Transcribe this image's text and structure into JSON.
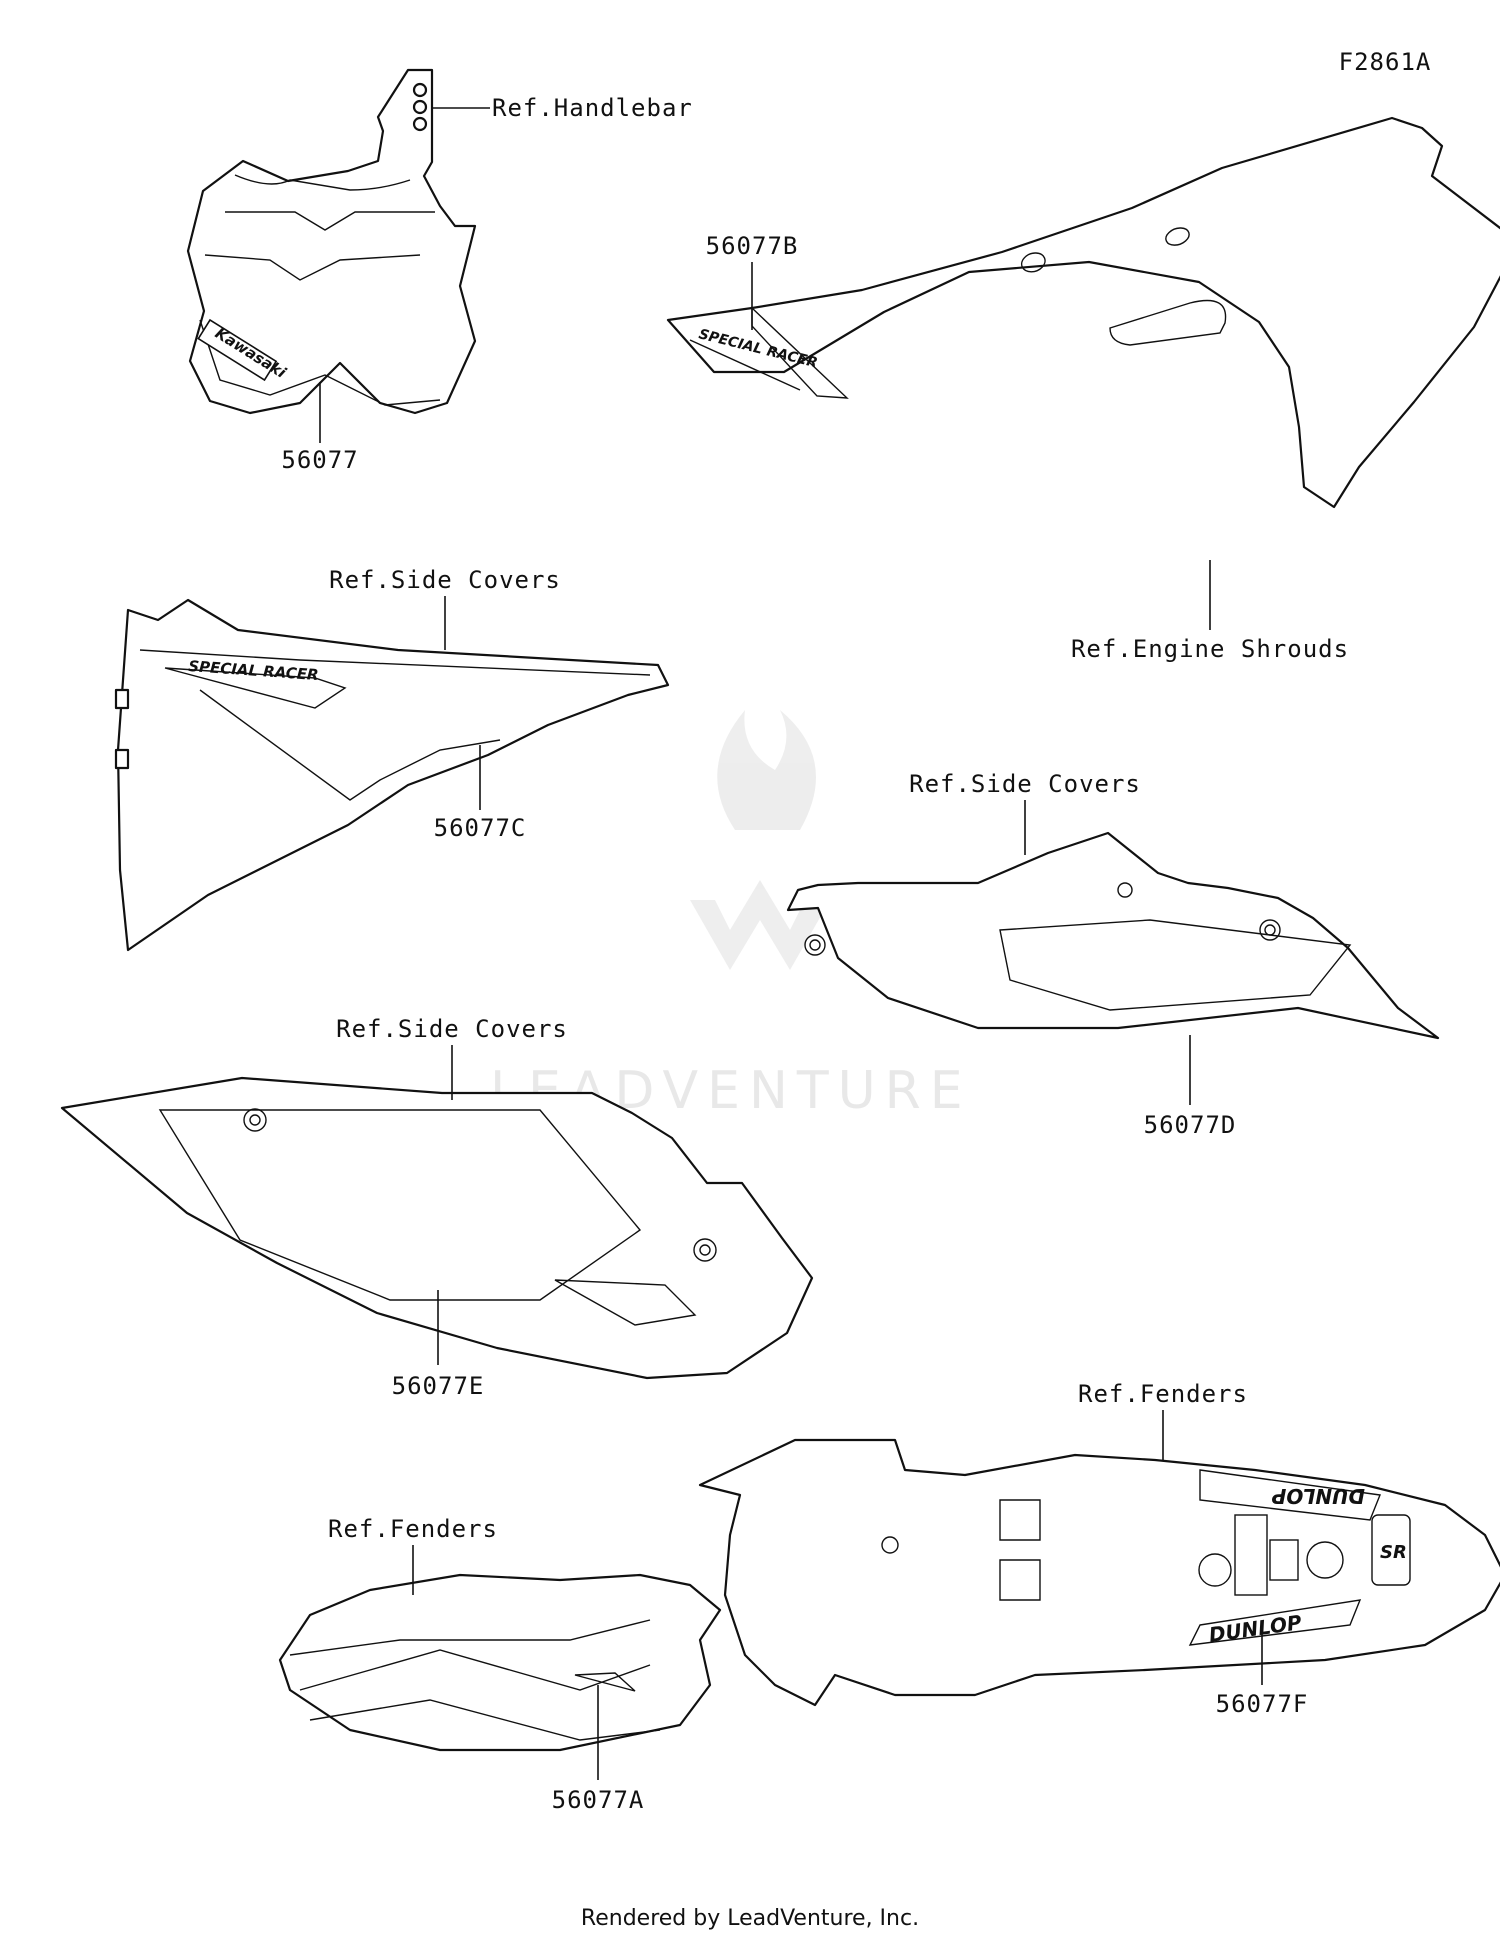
{
  "figure_code": "F2861A",
  "watermark": "LEADVENTURE",
  "footer": "Rendered by LeadVenture, Inc.",
  "callouts": {
    "number_plate": {
      "part": "56077",
      "ref": "Ref.Handlebar",
      "brand": "Kawasaki"
    },
    "shroud": {
      "part": "56077B",
      "ref": "Ref.Engine Shrouds",
      "graphic": "SPECIAL RACER"
    },
    "left_side_cover": {
      "part": "56077C",
      "ref": "Ref.Side Covers",
      "graphic": "SPECIAL RACER"
    },
    "right_side_cover": {
      "part": "56077D",
      "ref": "Ref.Side Covers"
    },
    "left_rear_cover": {
      "part": "56077E",
      "ref": "Ref.Side Covers"
    },
    "front_fender": {
      "part": "56077A",
      "ref": "Ref.Fenders"
    },
    "rear_fender": {
      "part": "56077F",
      "ref": "Ref.Fenders",
      "sponsor_top": "DUNLOP",
      "sponsor_bottom": "DUNLOP",
      "logo": "SR"
    }
  },
  "colors": {
    "line": "#111111",
    "watermark": "#e6e6e6",
    "background": "#ffffff"
  }
}
